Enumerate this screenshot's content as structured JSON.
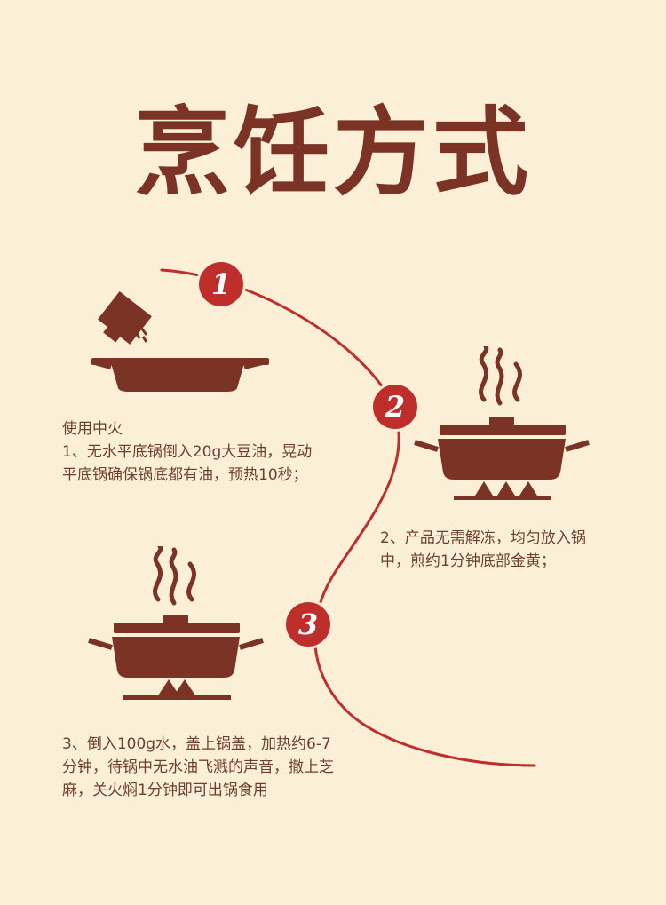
{
  "title": "烹饪方式",
  "colors": {
    "background": "#fbefd8",
    "accent": "#be2f2c",
    "brown": "#7a3324"
  },
  "steps": [
    {
      "number": "1",
      "lines": [
        "使用中火",
        "1、无水平底锅倒入20g大豆油，晃动",
        "平底锅确保锅底都有油，预热10秒；"
      ]
    },
    {
      "number": "2",
      "lines": [
        "2、产品无需解冻，均匀放入锅",
        "中，煎约1分钟底部金黄；"
      ]
    },
    {
      "number": "3",
      "lines": [
        "3、倒入100g水，盖上锅盖，加热约6-7",
        "分钟，待锅中无水油飞溅的声音，撒上芝",
        "麻，关火焖1分钟即可出锅食用"
      ]
    }
  ],
  "icons": [
    "oil-bottle-pan-icon",
    "covered-pan-flame-icon",
    "covered-pan-flame-icon"
  ]
}
